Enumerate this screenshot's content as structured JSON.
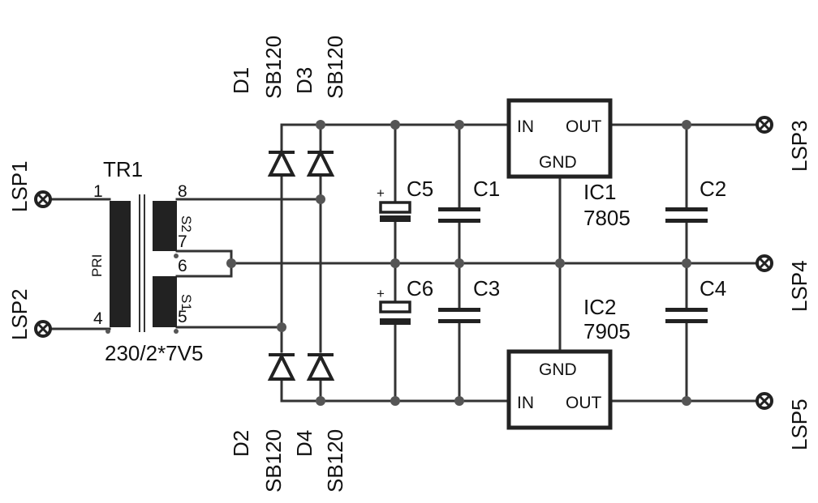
{
  "transformer": {
    "ref": "TR1",
    "rating": "230/2*7V5",
    "primary_label": "PRI",
    "winding_s1": "S1",
    "winding_s2": "S2",
    "pins": {
      "p1": "1",
      "p4": "4",
      "p5": "5",
      "p6": "6",
      "p7": "7",
      "p8": "8"
    }
  },
  "connectors": {
    "lsp1": "LSP1",
    "lsp2": "LSP2",
    "lsp3": "LSP3",
    "lsp4": "LSP4",
    "lsp5": "LSP5"
  },
  "diodes": {
    "d1": {
      "ref": "D1",
      "part": "SB120"
    },
    "d2": {
      "ref": "D2",
      "part": "SB120"
    },
    "d3": {
      "ref": "D3",
      "part": "SB120"
    },
    "d4": {
      "ref": "D4",
      "part": "SB120"
    }
  },
  "capacitors": {
    "c1": "C1",
    "c2": "C2",
    "c3": "C3",
    "c4": "C4",
    "c5": "C5",
    "c6": "C6",
    "polarity": "+"
  },
  "regulators": {
    "ic1": {
      "ref": "IC1",
      "part": "7805"
    },
    "ic2": {
      "ref": "IC2",
      "part": "7905"
    },
    "pin_in": "IN",
    "pin_out": "OUT",
    "pin_gnd": "GND"
  }
}
